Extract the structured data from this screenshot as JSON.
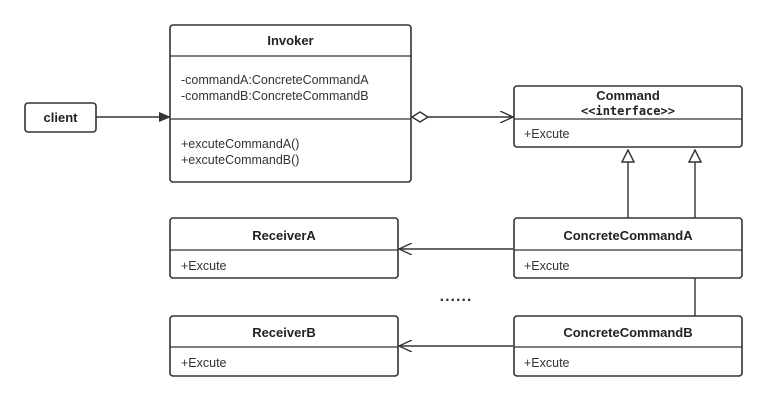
{
  "client": {
    "label": "client"
  },
  "invoker": {
    "title": "Invoker",
    "attributes": [
      "-commandA:ConcreteCommandA",
      "-commandB:ConcreteCommandB"
    ],
    "operations": [
      "+excuteCommandA()",
      "+excuteCommandB()"
    ]
  },
  "command": {
    "title": "Command",
    "stereotype": "<<interface>>",
    "operations": [
      "+Excute"
    ]
  },
  "receiverA": {
    "title": "ReceiverA",
    "operations": [
      "+Excute"
    ]
  },
  "receiverB": {
    "title": "ReceiverB",
    "operations": [
      "+Excute"
    ]
  },
  "concreteCommandA": {
    "title": "ConcreteCommandA",
    "operations": [
      "+Excute"
    ]
  },
  "concreteCommandB": {
    "title": "ConcreteCommandB",
    "operations": [
      "+Excute"
    ]
  },
  "ellipsis": "......",
  "colors": {
    "stroke": "#333333",
    "background": "#ffffff"
  }
}
